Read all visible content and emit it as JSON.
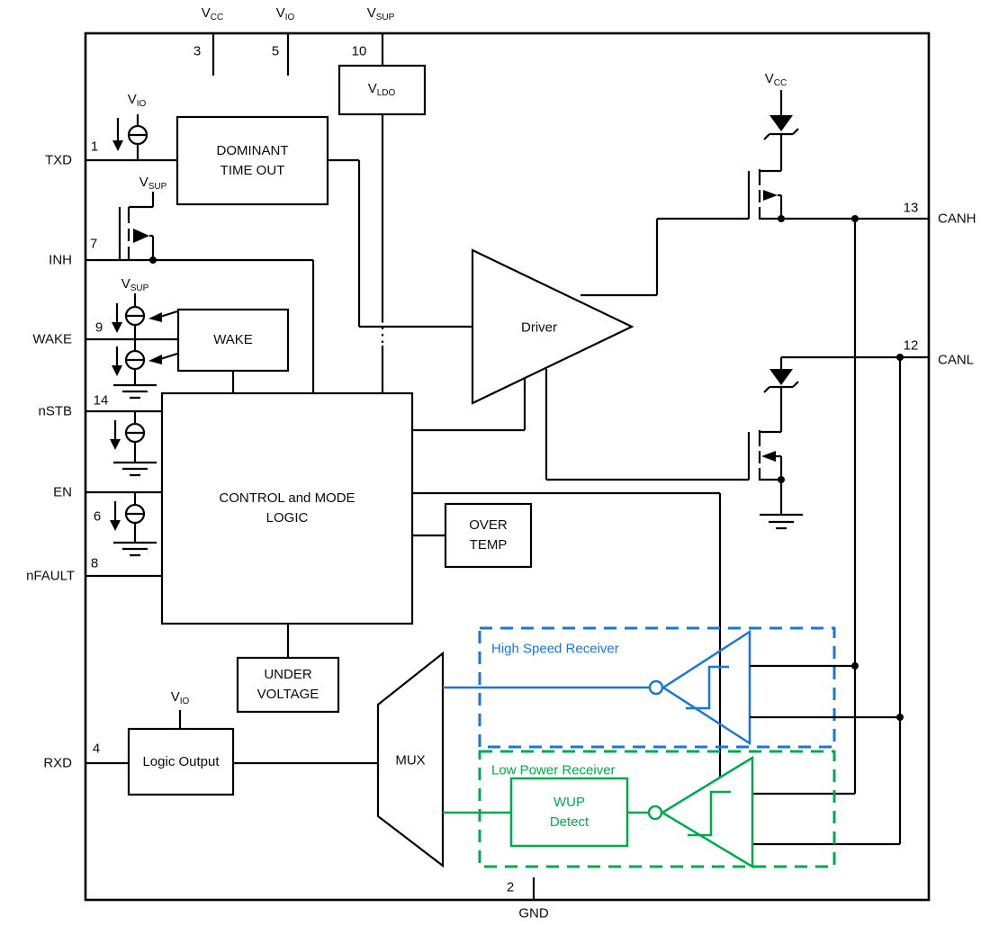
{
  "diagram_title": "CAN transceiver functional block diagram",
  "colors": {
    "wire": "#000000",
    "hs_receiver_blue": "#1C76D4",
    "lp_receiver_green": "#00A94F"
  },
  "supplies": {
    "vcc": {
      "base": "V",
      "sub": "CC"
    },
    "vio": {
      "base": "V",
      "sub": "IO"
    },
    "vsup": {
      "base": "V",
      "sub": "SUP"
    },
    "vldo": {
      "base": "V",
      "sub": "LDO"
    }
  },
  "pins": {
    "vcc": {
      "number": "3"
    },
    "vio": {
      "number": "5"
    },
    "vsup": {
      "number": "10"
    },
    "txd": {
      "label": "TXD",
      "number": "1"
    },
    "inh": {
      "label": "INH",
      "number": "7"
    },
    "wake": {
      "label": "WAKE",
      "number": "9"
    },
    "nstb": {
      "label": "nSTB",
      "number": "14"
    },
    "en": {
      "label": "EN",
      "number": "6"
    },
    "nfault": {
      "label": "nFAULT",
      "number": "8"
    },
    "rxd": {
      "label": "RXD",
      "number": "4"
    },
    "canh": {
      "label": "CANH",
      "number": "13"
    },
    "canl": {
      "label": "CANL",
      "number": "12"
    },
    "gnd": {
      "label": "GND",
      "number": "2"
    }
  },
  "blocks": {
    "dominant_timeout": {
      "line1": "DOMINANT",
      "line2": "TIME OUT"
    },
    "wake": {
      "label": "WAKE"
    },
    "control": {
      "line1": "CONTROL and MODE",
      "line2": "LOGIC"
    },
    "over_temp": {
      "line1": "OVER",
      "line2": "TEMP"
    },
    "under_voltage": {
      "line1": "UNDER",
      "line2": "VOLTAGE"
    },
    "logic_output": {
      "label": "Logic Output"
    },
    "mux": {
      "label": "MUX"
    },
    "driver": {
      "label": "Driver"
    },
    "hs_receiver": {
      "label": "High Speed Receiver"
    },
    "lp_receiver": {
      "label": "Low Power Receiver"
    },
    "wup_detect": {
      "line1": "WUP",
      "line2": "Detect"
    }
  }
}
